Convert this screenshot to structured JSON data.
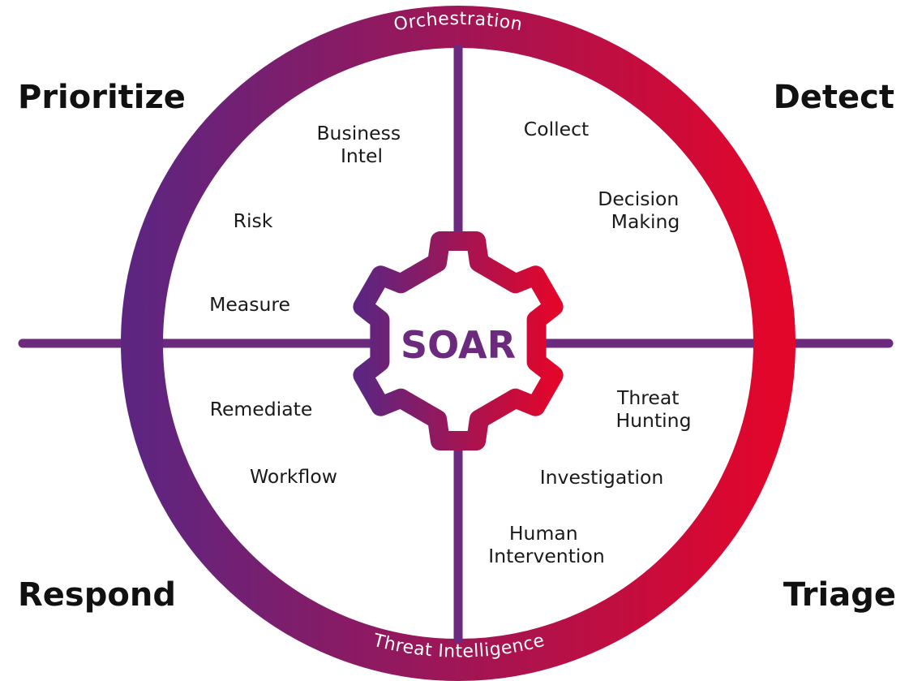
{
  "diagram": {
    "center_label": "SOAR",
    "ring_top_label": "Orchestration",
    "ring_bottom_label": "Threat Intelligence",
    "corners": {
      "top_left": "Prioritize",
      "top_right": "Detect",
      "bottom_left": "Respond",
      "bottom_right": "Triage"
    },
    "quadrants": {
      "top_left": {
        "business_intel_line1": "Business",
        "business_intel_line2": "Intel",
        "risk": "Risk",
        "measure": "Measure"
      },
      "top_right": {
        "collect": "Collect",
        "decision_making_line1": "Decision",
        "decision_making_line2": "Making"
      },
      "bottom_left": {
        "remediate": "Remediate",
        "workflow": "Workflow"
      },
      "bottom_right": {
        "threat_hunting_line1": "Threat",
        "threat_hunting_line2": "Hunting",
        "investigation": "Investigation",
        "human_intervention_line1": "Human",
        "human_intervention_line2": "Intervention"
      }
    },
    "colors": {
      "gradient_start": "#5e2580",
      "gradient_end": "#e2062b",
      "axis": "#6b2a7d",
      "text": "#111111",
      "center_text": "#6b2a7d"
    }
  }
}
